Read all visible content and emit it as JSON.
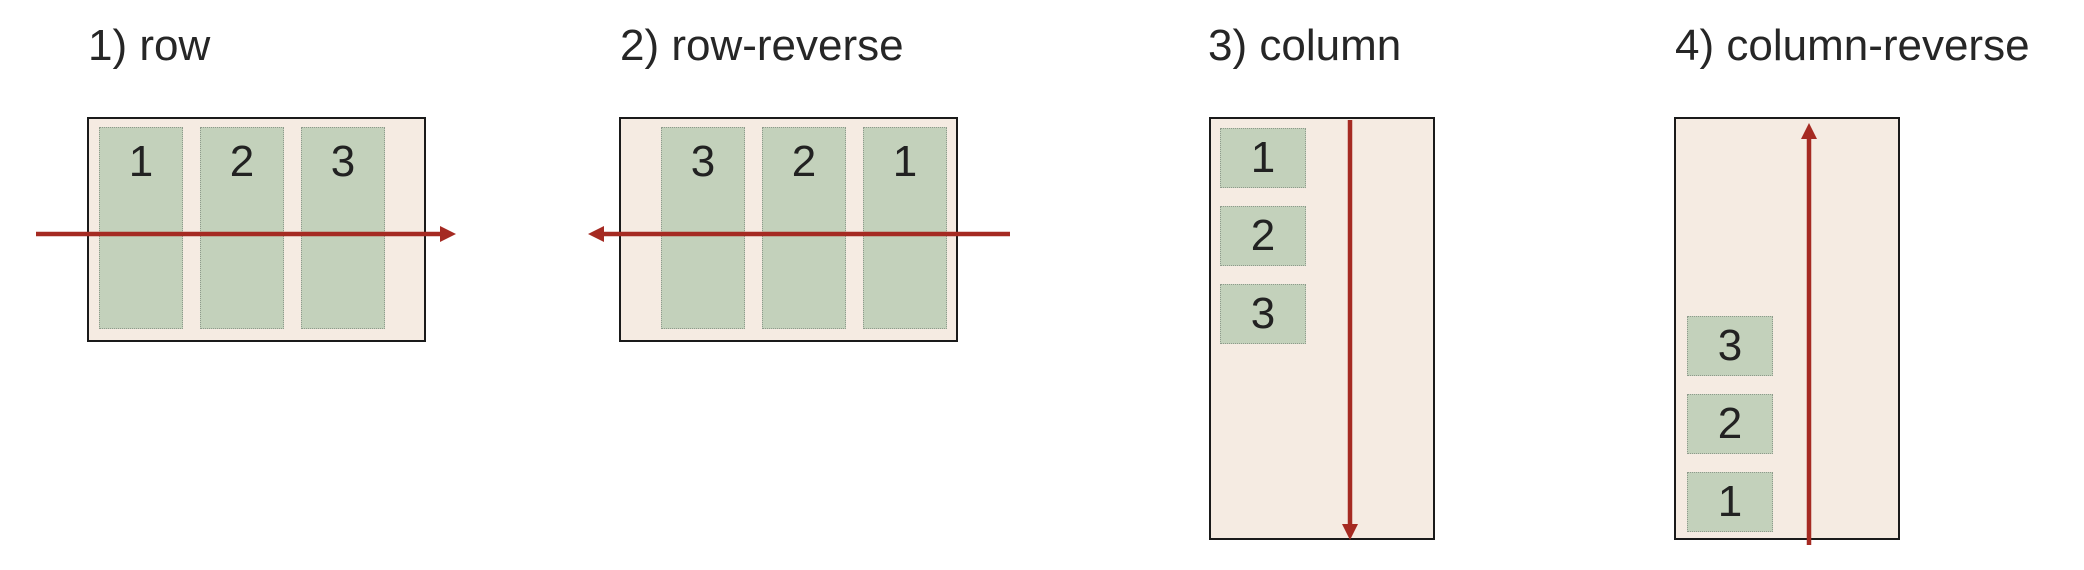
{
  "colors": {
    "container_fill": "#f5ebe2",
    "item_fill": "#c3d1bb",
    "arrow": "#a52a22",
    "border": "#1a1a1a"
  },
  "panels": [
    {
      "title": "1) row",
      "items": [
        "1",
        "2",
        "3"
      ]
    },
    {
      "title": "2) row-reverse",
      "items": [
        "3",
        "2",
        "1"
      ]
    },
    {
      "title": "3) column",
      "items": [
        "1",
        "2",
        "3"
      ]
    },
    {
      "title": "4) column-reverse",
      "items": [
        "3",
        "2",
        "1"
      ]
    }
  ]
}
